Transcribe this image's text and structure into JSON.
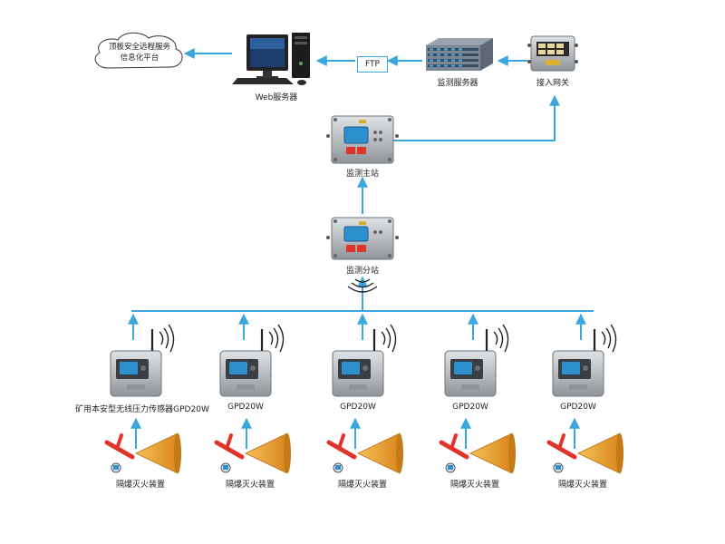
{
  "platform": {
    "line1": "顶板安全远程服务",
    "line2": "信息化平台"
  },
  "nodes": {
    "web_server": "Web服务器",
    "ftp": "FTP",
    "monitor_server": "监测服务器",
    "gateway": "接入网关",
    "main_station": "监测主站",
    "sub_station": "监测分站"
  },
  "sensors": [
    {
      "label": "矿用本安型无线压力传感器GPD20W",
      "device": "隔爆灭火装置"
    },
    {
      "label": "GPD20W",
      "device": "隔爆灭火装置"
    },
    {
      "label": "GPD20W",
      "device": "隔爆灭火装置"
    },
    {
      "label": "GPD20W",
      "device": "隔爆灭火装置"
    },
    {
      "label": "GPD20W",
      "device": "隔爆灭火装置"
    }
  ],
  "colors": {
    "connector": "#3aa8dc",
    "device_body": "#b9bdc1",
    "screen": "#2e8fce",
    "cone": "#e6a22a",
    "valve": "#e0332a"
  }
}
